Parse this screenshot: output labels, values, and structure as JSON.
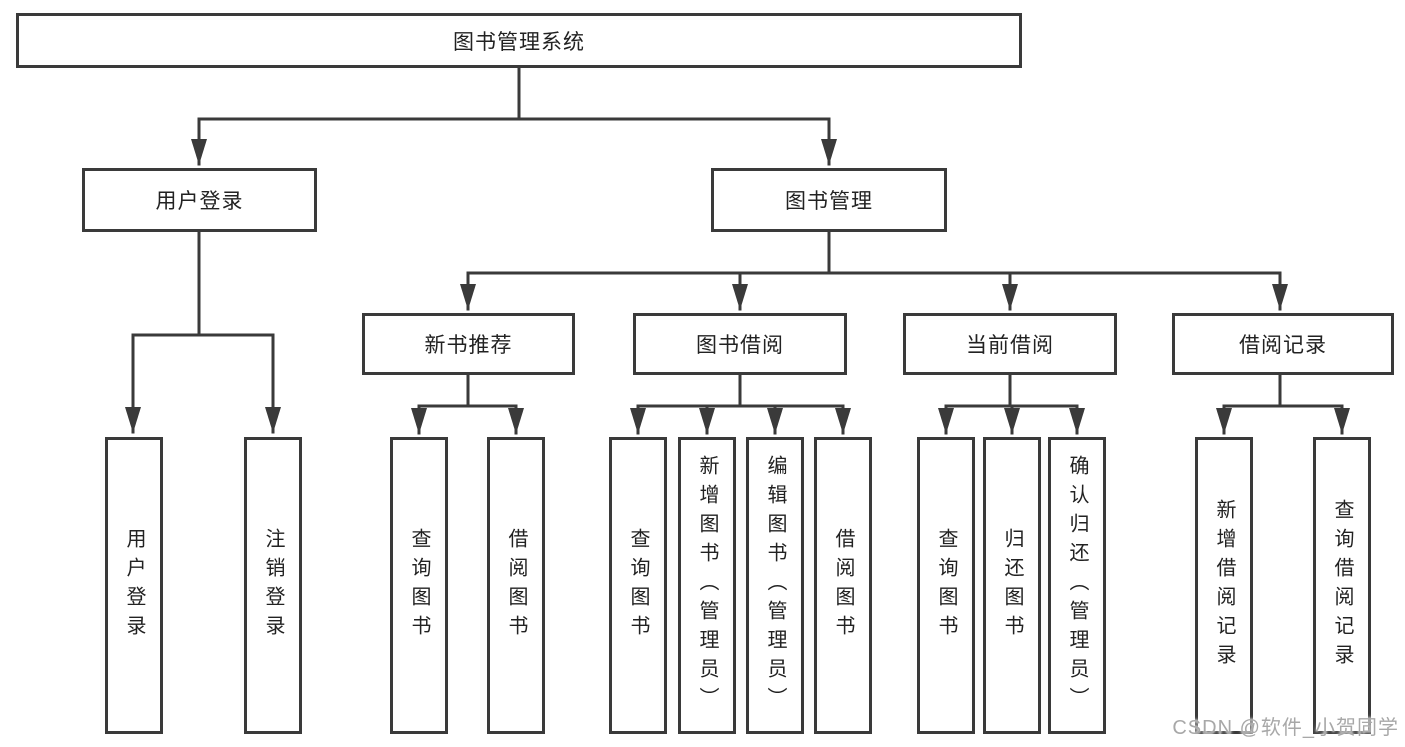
{
  "tree": {
    "label": "图书管理系统",
    "children": [
      {
        "label": "用户登录",
        "children": [
          {
            "label": "用户登录"
          },
          {
            "label": "注销登录"
          }
        ]
      },
      {
        "label": "图书管理",
        "children": [
          {
            "label": "新书推荐",
            "children": [
              {
                "label": "查询图书"
              },
              {
                "label": "借阅图书"
              }
            ]
          },
          {
            "label": "图书借阅",
            "children": [
              {
                "label": "查询图书"
              },
              {
                "label": "新增图书（管理员）"
              },
              {
                "label": "编辑图书（管理员）"
              },
              {
                "label": "借阅图书"
              }
            ]
          },
          {
            "label": "当前借阅",
            "children": [
              {
                "label": "查询图书"
              },
              {
                "label": "归还图书"
              },
              {
                "label": "确认归还（管理员）"
              }
            ]
          },
          {
            "label": "借阅记录",
            "children": [
              {
                "label": "新增借阅记录"
              },
              {
                "label": "查询借阅记录"
              }
            ]
          }
        ]
      }
    ]
  },
  "watermark": {
    "text": "CSDN @软件_小贺同学"
  },
  "colors": {
    "line": "#3a3a3a",
    "box_border": "#3a3a3a",
    "text": "#222222",
    "watermark": "#a8a8a8",
    "background": "#ffffff"
  }
}
